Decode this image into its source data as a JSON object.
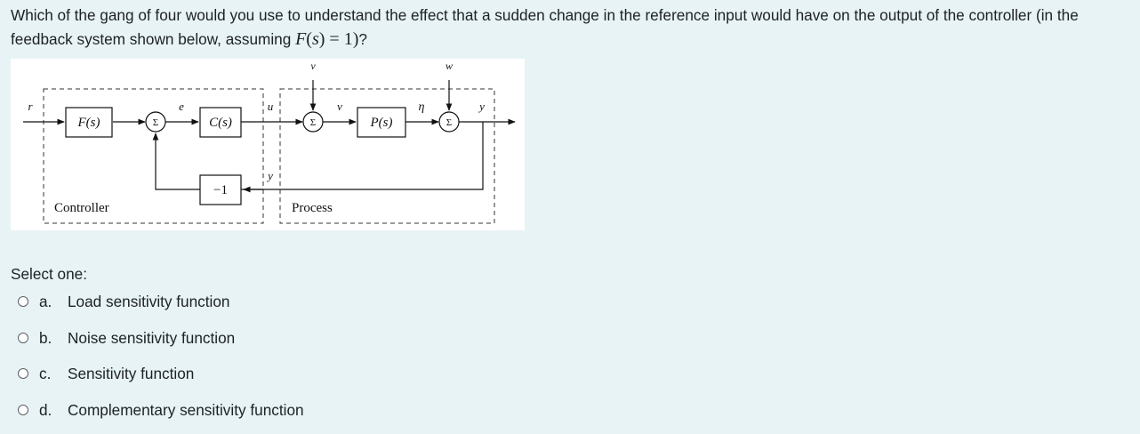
{
  "question": {
    "text": "Which of the gang of four would you use to understand the effect that a sudden change in the reference input would have on the output of the controller (in the feedback system shown below, assuming",
    "math_func": "F",
    "math_var": "s",
    "math_rest": ") = 1)",
    "end_punct": "?"
  },
  "diagram": {
    "signal_r": "r",
    "block_f": "F(s)",
    "sum_symbol": "Σ",
    "signal_e": "e",
    "block_c": "C(s)",
    "signal_u": "u",
    "signal_v_top": "v",
    "signal_v": "v",
    "block_p": "P(s)",
    "signal_eta": "η",
    "signal_w": "w",
    "signal_y": "y",
    "signal_y_feedback": "y",
    "block_neg": "−1",
    "label_controller": "Controller",
    "label_process": "Process"
  },
  "select_label": "Select one:",
  "options": [
    {
      "letter": "a.",
      "text": "Load sensitivity function"
    },
    {
      "letter": "b.",
      "text": "Noise sensitivity function"
    },
    {
      "letter": "c.",
      "text": "Sensitivity function"
    },
    {
      "letter": "d.",
      "text": "Complementary sensitivity function"
    }
  ]
}
